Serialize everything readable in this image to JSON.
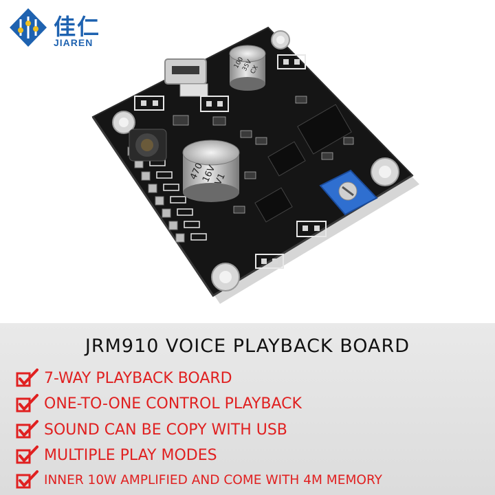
{
  "brand": {
    "name_cn": "佳仁",
    "name_en": "JIAREN",
    "color": "#1e62b0"
  },
  "board_markings": {
    "cap_large": [
      "470",
      "16V",
      "V1"
    ],
    "cap_small": [
      "100",
      "35V",
      "CX"
    ]
  },
  "product": {
    "title": "JRM910 VOICE PLAYBACK BOARD",
    "accent_color": "#e02020",
    "features": [
      "7-WAY PLAYBACK BOARD",
      "ONE-TO-ONE CONTROL PLAYBACK",
      "SOUND CAN BE COPY WITH USB",
      "MULTIPLE PLAY MODES",
      "INNER 10W AMPLIFIED AND COME WITH 4M MEMORY"
    ]
  }
}
